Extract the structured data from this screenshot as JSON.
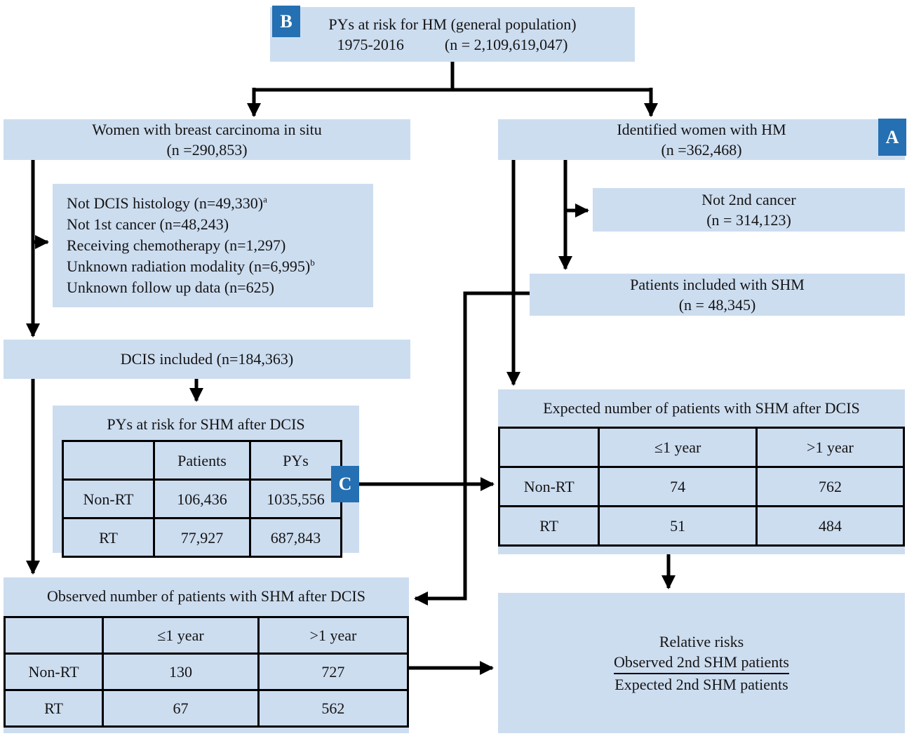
{
  "colors": {
    "box_fill": "#cdddf0",
    "badge_fill": "#2470b3",
    "arrow": "#000000"
  },
  "nodes": {
    "pys_general": {
      "badge": "B",
      "line1": "PYs at risk for HM (general population)",
      "period": "1975-2016",
      "n": "(n = 2,109,619,047)"
    },
    "women_bcis": {
      "line1": "Women with breast carcinoma in situ",
      "line2": "(n =290,853)"
    },
    "identified_hm": {
      "badge": "A",
      "line1": "Identified women with HM",
      "line2": "(n =362,468)"
    },
    "exclusions": {
      "items": [
        {
          "text": "Not DCIS histology (n=49,330)",
          "sup": "a"
        },
        {
          "text": "Not 1st cancer (n=48,243)",
          "sup": ""
        },
        {
          "text": "Receiving chemotherapy (n=1,297)",
          "sup": ""
        },
        {
          "text": "Unknown radiation modality (n=6,995)",
          "sup": "b"
        },
        {
          "text": "Unknown follow up data (n=625)",
          "sup": ""
        }
      ]
    },
    "not_2nd_cancer": {
      "line1": "Not 2nd cancer",
      "line2": "(n = 314,123)"
    },
    "patients_shm": {
      "line1": "Patients included with SHM",
      "line2": "(n = 48,345)"
    },
    "dcis_included": {
      "line1": "DCIS included (n=184,363)"
    },
    "pys_dcis": {
      "badge": "C",
      "title": "PYs at risk for SHM after DCIS",
      "table": {
        "col_headers": [
          "",
          "Patients",
          "PYs"
        ],
        "rows": [
          {
            "label": "Non-RT",
            "values": [
              "106,436",
              "1035,556"
            ]
          },
          {
            "label": "RT",
            "values": [
              "77,927",
              "687,843"
            ]
          }
        ]
      }
    },
    "expected": {
      "title": "Expected number of patients with SHM after DCIS",
      "table": {
        "col_headers": [
          "",
          "≤1 year",
          ">1 year"
        ],
        "rows": [
          {
            "label": "Non-RT",
            "values": [
              "74",
              "762"
            ]
          },
          {
            "label": "RT",
            "values": [
              "51",
              "484"
            ]
          }
        ]
      }
    },
    "observed": {
      "title": "Observed number of patients with SHM after DCIS",
      "table": {
        "col_headers": [
          "",
          "≤1 year",
          ">1 year"
        ],
        "rows": [
          {
            "label": "Non-RT",
            "values": [
              "130",
              "727"
            ]
          },
          {
            "label": "RT",
            "values": [
              "67",
              "562"
            ]
          }
        ]
      }
    },
    "relative_risks": {
      "title": "Relative risks",
      "numerator": "Observed 2nd SHM patients",
      "denominator": "Expected 2nd SHM patients"
    }
  }
}
